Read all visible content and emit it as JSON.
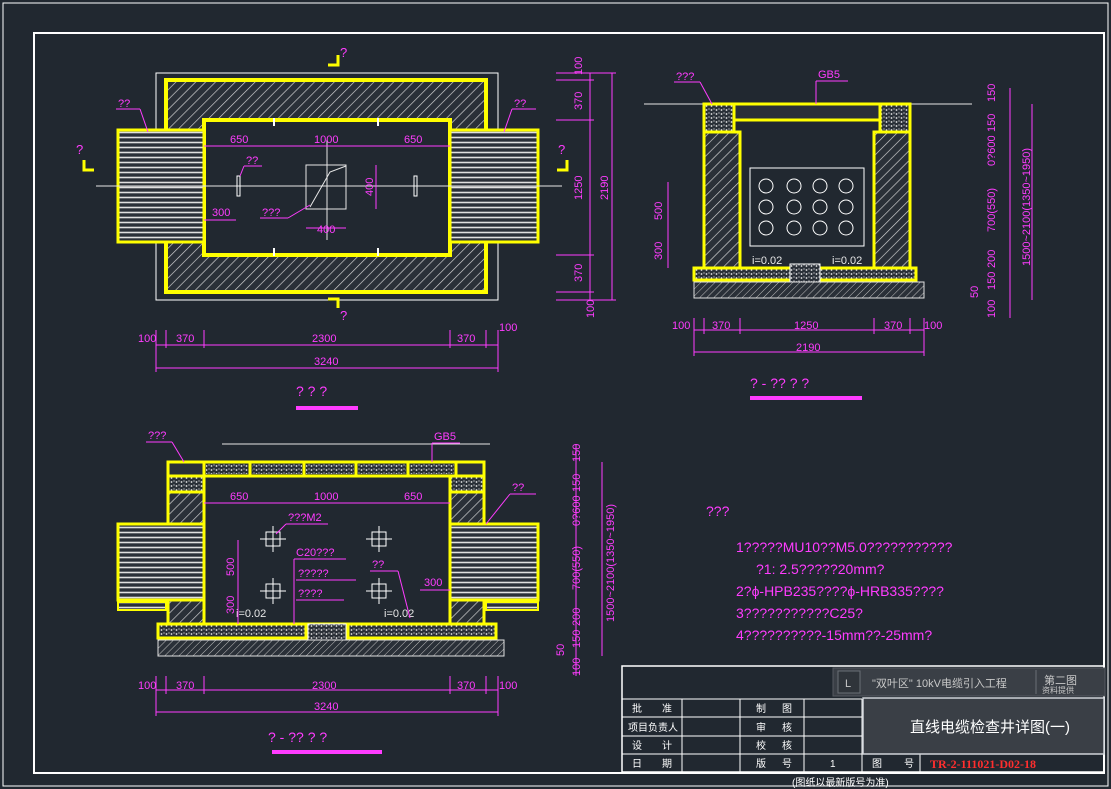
{
  "views": {
    "plan": {
      "title": "? ? ?",
      "section_mark": "?",
      "label_left": "??",
      "label_right": "??",
      "label_pipe": "??",
      "label_sump": "???",
      "dims_top": [
        "650",
        "1000",
        "650"
      ],
      "dim_400_v": "400",
      "dim_400_h": "400",
      "dim_300": "300",
      "dims_bottom": [
        "100",
        "370",
        "2300",
        "370",
        "100"
      ],
      "dim_total": "3240",
      "dims_right": [
        "100",
        "370",
        "1250",
        "370",
        "100"
      ],
      "dim_right_total": "2190"
    },
    "section1": {
      "title": "? - ?? ? ?",
      "label_cover": "???",
      "label_gb": "GB5",
      "slope_left": "i=0.02",
      "slope_right": "i=0.02",
      "dims_left": [
        "500",
        "300"
      ],
      "dims_right": [
        "150",
        "150",
        "0?600",
        "700(550)",
        "200",
        "150",
        "50",
        "100"
      ],
      "dim_right_total": "1500~2100(1350~1950)",
      "dims_bottom": [
        "100",
        "370",
        "1250",
        "370",
        "100"
      ],
      "dim_total": "2190"
    },
    "section2": {
      "title": "? - ?? ? ?",
      "label_cover": "???",
      "label_gb": "GB5",
      "label_right": "??",
      "label_m2": "???M2",
      "label_c20": "C20???",
      "label_a": "?????",
      "label_b": "????",
      "label_c": "??",
      "dims_top": [
        "650",
        "1000",
        "650"
      ],
      "dim_500": "500",
      "dim_300a": "300",
      "dim_300b": "300",
      "slope_left": "i=0.02",
      "slope_right": "i=0.02",
      "dims_right": [
        "150",
        "150",
        "0?600",
        "700(550)",
        "200",
        "150",
        "50",
        "100"
      ],
      "dim_right_total": "1500~2100(1350~1950)",
      "dims_bottom": [
        "100",
        "370",
        "2300",
        "370",
        "100"
      ],
      "dim_total": "3240"
    }
  },
  "notes": {
    "heading": "???",
    "lines": [
      "1?????MU10??M5.0???????????",
      "?1: 2.5?????20mm?",
      "2?ϕ-HPB235????ϕ-HRB335????",
      "3???????????C25?",
      "4??????????-15mm??-25mm?"
    ]
  },
  "tab": {
    "text": "\"双叶区\" 10kV电缆引入工程",
    "text2": "第二图",
    "sub": "资料提供"
  },
  "title_block": {
    "r1": [
      "批",
      "准",
      "制",
      "图"
    ],
    "r2": [
      "项目负责人",
      "审",
      "核"
    ],
    "r3": [
      "设",
      "计",
      "校",
      "核"
    ],
    "r4": [
      "日",
      "期",
      "版",
      "号",
      "1",
      "图",
      "号"
    ],
    "drawing_title": "直线电缆检查井详图(一)",
    "drawing_no": "TR-2-111021-D02-18",
    "footnote": "(图纸以最新版号为准)"
  },
  "colors": {
    "background": "#212830",
    "wall": "#ffff00",
    "dimension": "#ff3cff",
    "frame": "#ffffff",
    "drawing_no": "#ff2e2e"
  }
}
